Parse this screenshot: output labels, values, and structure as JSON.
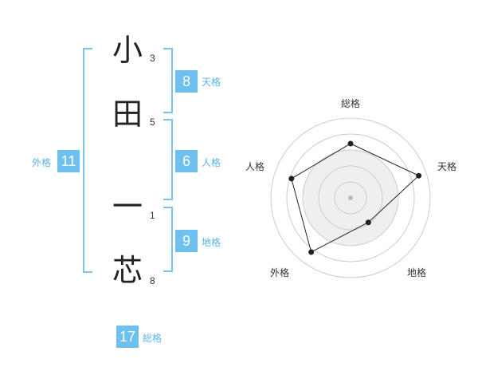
{
  "name": {
    "characters": [
      {
        "char": "小",
        "strokes": "3"
      },
      {
        "char": "田",
        "strokes": "5"
      },
      {
        "char": "一",
        "strokes": "1"
      },
      {
        "char": "芯",
        "strokes": "8"
      }
    ]
  },
  "kakusu": {
    "tenkaku": {
      "label": "天格",
      "value": "8"
    },
    "jinkaku": {
      "label": "人格",
      "value": "6"
    },
    "chikaku": {
      "label": "地格",
      "value": "9"
    },
    "gaikaku": {
      "label": "外格",
      "value": "11"
    },
    "soukaku": {
      "label": "総格",
      "value": "17"
    }
  },
  "chart_data": {
    "type": "radar",
    "axes": [
      "総格",
      "天格",
      "地格",
      "外格",
      "人格"
    ],
    "values": [
      3.4,
      4.5,
      1.9,
      4.2,
      3.9
    ],
    "max": 5,
    "rings": 5,
    "colors": {
      "fill": "#efefef",
      "ring": "#cccccc",
      "line": "#222222",
      "point": "#222222",
      "center": "#bbbbbb"
    }
  }
}
